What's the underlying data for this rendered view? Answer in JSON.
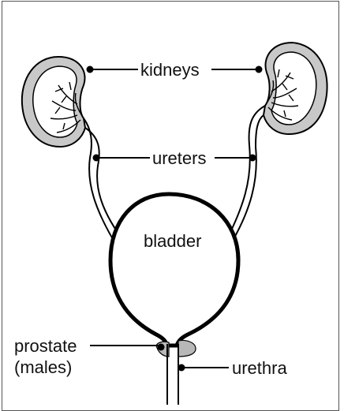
{
  "diagram": {
    "labels": {
      "kidneys": "kidneys",
      "ureters": "ureters",
      "bladder": "bladder",
      "prostate_line1": "prostate",
      "prostate_line2": "(males)",
      "urethra": "urethra"
    },
    "colors": {
      "kidney_cortex": "#c8c8c8",
      "prostate": "#b8b8b8",
      "outline": "#000000",
      "frame": "#555555"
    }
  }
}
